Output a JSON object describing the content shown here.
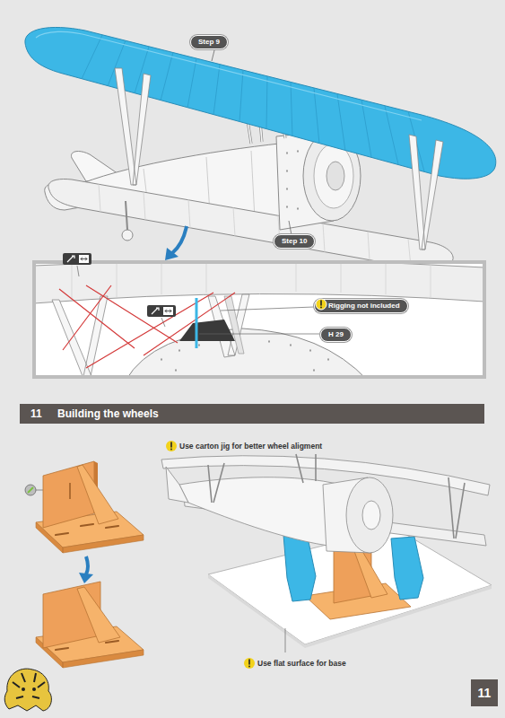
{
  "diagram": {
    "nodes": [
      {
        "text": [
          "Step 9"
        ]
      },
      {
        "text": [
          "Step 10"
        ]
      },
      {
        "text": [
          "Rigging not included"
        ]
      },
      {
        "text": [
          "H 29"
        ]
      },
      {
        "text": [
          "11",
          "Building the wheels"
        ]
      },
      {
        "text": [
          "11"
        ]
      }
    ],
    "labels": [
      "Use carton jig for better wheel aligment",
      "Use flat surface for base"
    ]
  }
}
